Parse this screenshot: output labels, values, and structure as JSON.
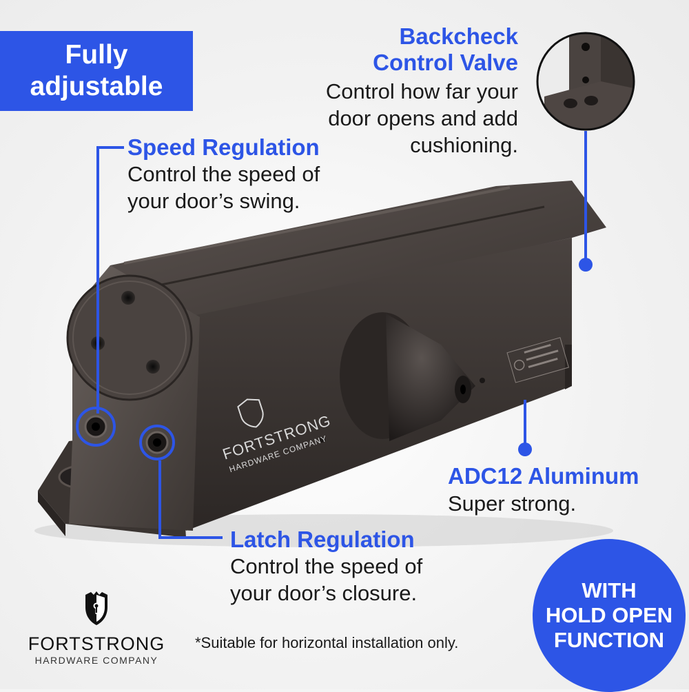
{
  "banner": {
    "line1": "Fully",
    "line2": "adjustable"
  },
  "speed_regulation": {
    "title": "Speed Regulation",
    "desc_line1": "Control the speed of",
    "desc_line2": "your door’s swing."
  },
  "backcheck": {
    "title_line1": "Backcheck",
    "title_line2": "Control Valve",
    "desc_line1": "Control how far your",
    "desc_line2": "door opens and add",
    "desc_line3": "cushioning."
  },
  "adc12": {
    "title": "ADC12 Aluminum",
    "desc": "Super strong."
  },
  "latch_regulation": {
    "title": "Latch Regulation",
    "desc_line1": "Control the speed of",
    "desc_line2": "your door’s closure."
  },
  "hold_open": {
    "line1": "WITH",
    "line2": "HOLD OPEN",
    "line3": "FUNCTION"
  },
  "product_brand": {
    "name": "FORTSTRONG",
    "sub": "HARDWARE COMPANY"
  },
  "logo": {
    "name": "FORTSTRONG",
    "sub": "HARDWARE COMPANY",
    "icon": "shield-keyhole-icon"
  },
  "footnote": "*Suitable for horizontal installation only.",
  "colors": {
    "accent_blue": "#2d55e6",
    "product_bronze": "#3d3633",
    "text_dark": "#1a1a1a",
    "background": "#f4f4f4"
  }
}
